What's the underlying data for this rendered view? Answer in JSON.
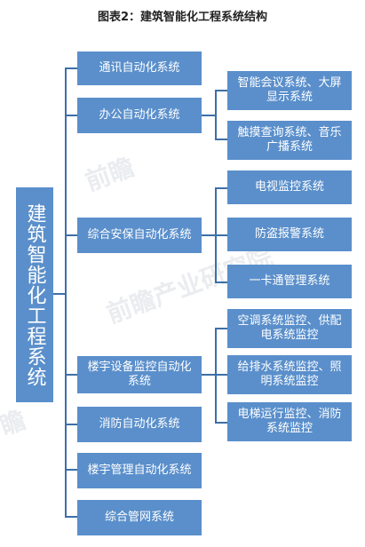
{
  "title": "图表2：建筑智能化工程系统结构",
  "root": "建筑智能化工程系统",
  "level1": [
    "通讯自动化系统",
    "办公自动化系统",
    "综合安保自动化系统",
    "楼宇设备监控自动化系统",
    "消防自动化系统",
    "楼宇管理自动化系统",
    "综合管网系统"
  ],
  "office_children": [
    "智能会议系统、大屏显示系统",
    "触摸查询系统、音乐广播系统"
  ],
  "security_children": [
    "电视监控系统",
    "防盗报警系统",
    "一卡通管理系统"
  ],
  "building_children": [
    "空调系统监控、供配电系统监控",
    "给排水系统监控、照明系统监控",
    "电梯运行监控、消防系统监控"
  ],
  "colors": {
    "box": "#5a8fcb",
    "line": "#3d6fa8"
  }
}
